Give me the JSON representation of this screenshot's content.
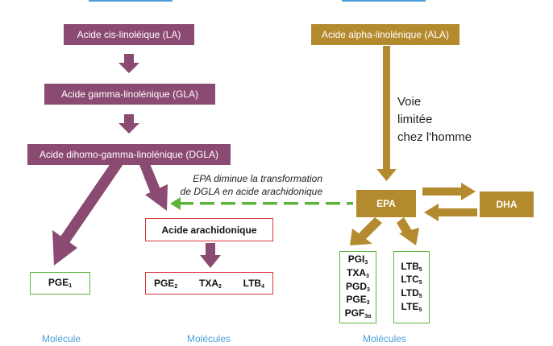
{
  "left_chain": {
    "la": "Acide cis-linoléique (LA)",
    "gla": "Acide gamma-linolénique (GLA)",
    "dgla": "Acide dihomo-gamma-linolénique (DGLA)"
  },
  "right_chain": {
    "ala": "Acide alpha-linolénique (ALA)",
    "voie": [
      "Voie",
      "limitée",
      "chez l'homme"
    ],
    "epa": "EPA",
    "dha": "DHA"
  },
  "note": [
    "EPA diminue la transformation",
    "de DGLA en acide arachidonique"
  ],
  "arachidonique": "Acide arachidonique",
  "pge1": {
    "base": "PGE",
    "sub": "1"
  },
  "series2": [
    {
      "base": "PGE",
      "sub": "2"
    },
    {
      "base": "TXA",
      "sub": "2"
    },
    {
      "base": "LTB",
      "sub": "4"
    }
  ],
  "series3": [
    {
      "base": "PGI",
      "sub": "3"
    },
    {
      "base": "TXA",
      "sub": "3"
    },
    {
      "base": "PGD",
      "sub": "3"
    },
    {
      "base": "PGE",
      "sub": "3"
    },
    {
      "base": "PGF",
      "sub": "3α"
    }
  ],
  "series5": [
    {
      "base": "LTB",
      "sub": "5"
    },
    {
      "base": "LTC",
      "sub": "5"
    },
    {
      "base": "LTD",
      "sub": "5"
    },
    {
      "base": "LTE",
      "sub": "5"
    }
  ],
  "footer": [
    "Molécule",
    "Molécules",
    "Molécules"
  ],
  "colors": {
    "omega6": "#8b4a72",
    "omega3": "#b48a2e",
    "red": "#d9363e",
    "green": "#5cb33a",
    "blue": "#4a9fd8"
  }
}
